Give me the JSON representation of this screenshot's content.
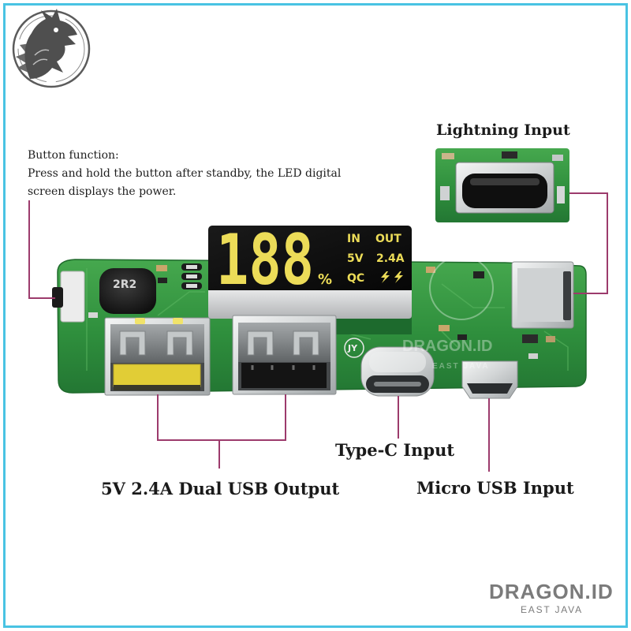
{
  "brand": {
    "name": "DRAGON.ID",
    "region": "EAST JAVA"
  },
  "button_note": {
    "title": "Button function:",
    "line_1": "Press and hold the button after standby, the LED digital",
    "line_2": "screen displays the power."
  },
  "callouts": {
    "lightning_input": "Lightning Input",
    "type_c_input": "Type-C Input",
    "usb_output": "5V 2.4A Dual USB Output",
    "micro_usb_input": "Micro USB Input"
  },
  "display": {
    "digits": "188",
    "percent_sign": "%",
    "in_label": "IN",
    "out_label": "OUT",
    "voltage": "5V",
    "current": "2.4A",
    "qc_label": "QC"
  },
  "board_markings": {
    "inductor": "2R2",
    "logo_mark": "JY"
  },
  "icons": {
    "logo": "dragon-logo-icon",
    "fast_charge": "lightning-bolt-icon"
  },
  "colors": {
    "frame": "#49c3e3",
    "callout_line": "#9c3b6c",
    "display_text": "#ecdc58",
    "brand_text": "#7b7b7b",
    "usb_tongue_left": "#e1cd36",
    "usb_tongue_right": "#141414",
    "board_green": "#2f8f3d"
  }
}
